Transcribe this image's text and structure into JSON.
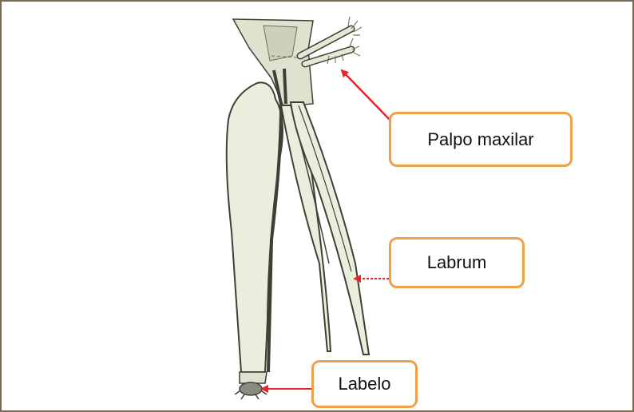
{
  "labels": {
    "palpo": "Palpo maxilar",
    "labrum": "Labrum",
    "labelo": "Labelo"
  },
  "colors": {
    "frame": "#7a6a55",
    "label_border": "#f0a04b",
    "arrow": "#e8232a",
    "structure_fill": "#eceedd",
    "structure_stroke": "#3e4035"
  },
  "icons": {
    "arrow": "red-arrow",
    "illustration": "mosquito-mouthparts-illustration"
  }
}
